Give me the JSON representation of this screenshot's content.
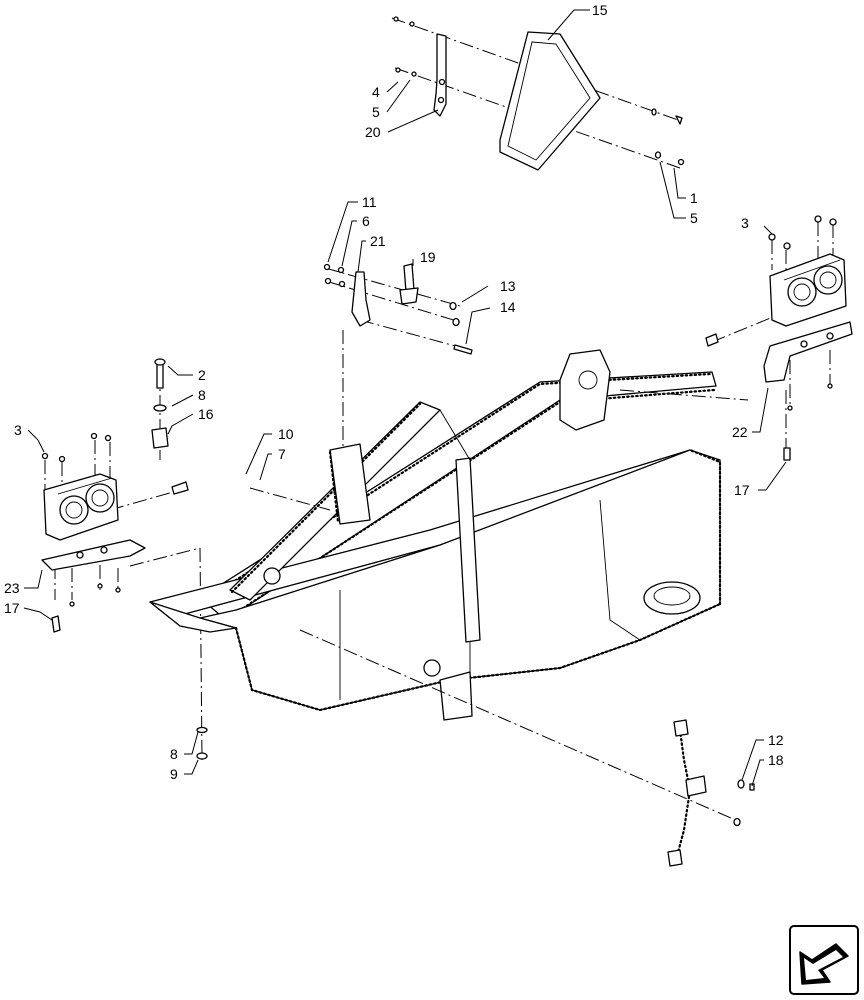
{
  "figure": {
    "callouts": [
      {
        "id": "c15",
        "label": "15"
      },
      {
        "id": "c4",
        "label": "4"
      },
      {
        "id": "c5a",
        "label": "5"
      },
      {
        "id": "c20",
        "label": "20"
      },
      {
        "id": "c1",
        "label": "1"
      },
      {
        "id": "c5b",
        "label": "5"
      },
      {
        "id": "c11",
        "label": "11"
      },
      {
        "id": "c6",
        "label": "6"
      },
      {
        "id": "c21",
        "label": "21"
      },
      {
        "id": "c19",
        "label": "19"
      },
      {
        "id": "c13",
        "label": "13"
      },
      {
        "id": "c14",
        "label": "14"
      },
      {
        "id": "c3r",
        "label": "3"
      },
      {
        "id": "c2",
        "label": "2"
      },
      {
        "id": "c8a",
        "label": "8"
      },
      {
        "id": "c16",
        "label": "16"
      },
      {
        "id": "c3l",
        "label": "3"
      },
      {
        "id": "c10",
        "label": "10"
      },
      {
        "id": "c7",
        "label": "7"
      },
      {
        "id": "c22",
        "label": "22"
      },
      {
        "id": "c17r",
        "label": "17"
      },
      {
        "id": "c23",
        "label": "23"
      },
      {
        "id": "c17l",
        "label": "17"
      },
      {
        "id": "c8b",
        "label": "8"
      },
      {
        "id": "c9",
        "label": "9"
      },
      {
        "id": "c12",
        "label": "12"
      },
      {
        "id": "c18",
        "label": "18"
      }
    ]
  },
  "icons": {
    "nav": "navigation-arrow-icon"
  }
}
